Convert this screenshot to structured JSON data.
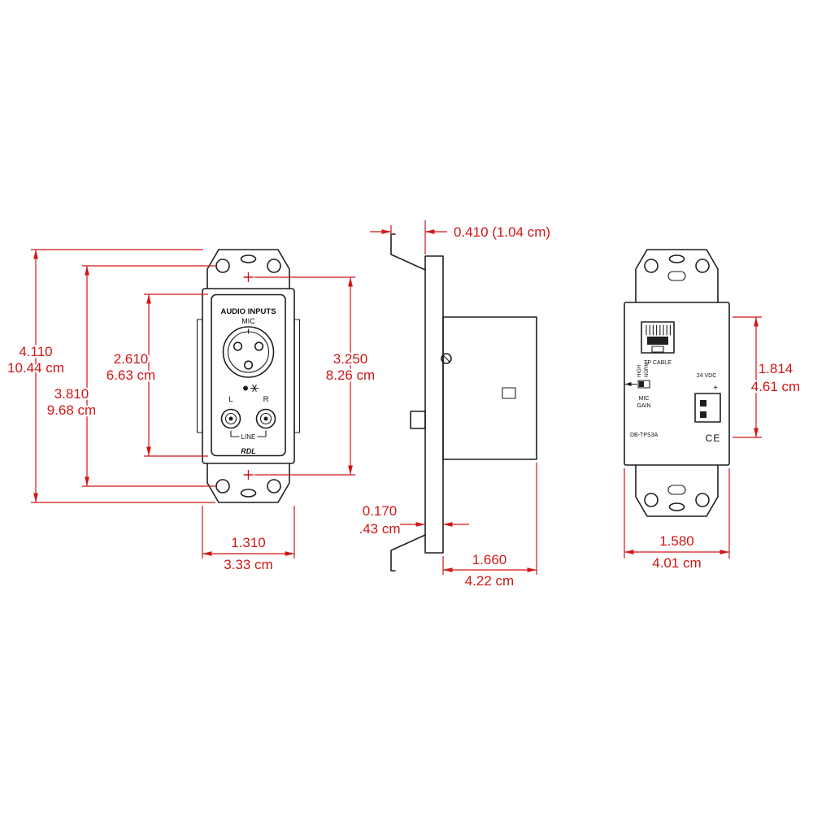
{
  "drawing": {
    "front": {
      "plate": {
        "audio_inputs": "AUDIO INPUTS",
        "mic": "MIC",
        "left_channel": "L",
        "right_channel": "R",
        "line": "LINE",
        "brand": "RDL"
      },
      "dims": {
        "overall_height": {
          "in": "4.110",
          "cm": "10.44 cm"
        },
        "hole_span": {
          "in": "3.810",
          "cm": "9.68 cm"
        },
        "insert_height": {
          "in": "2.610",
          "cm": "6.63 cm"
        },
        "plus_span": {
          "in": "3.250",
          "cm": "8.26 cm"
        },
        "width": {
          "in": "1.310",
          "cm": "3.33 cm"
        }
      }
    },
    "side": {
      "dims": {
        "front_offset": "0.410 (1.04 cm)",
        "plate_thickness": {
          "in": "0.170",
          "cm": ".43 cm"
        },
        "depth": {
          "in": "1.660",
          "cm": "4.22 cm"
        }
      }
    },
    "rear": {
      "labels": {
        "tp_cable": "TP CABLE",
        "supply": "24 VDC",
        "plus": "+",
        "high": "HIGH",
        "norm": "NORM",
        "mic": "MIC",
        "gain": "GAIN",
        "model": "DB-TPS3A",
        "ce_mark": "CE"
      },
      "dims": {
        "module_height": {
          "in": "1.814",
          "cm": "4.61 cm"
        },
        "width": {
          "in": "1.580",
          "cm": "4.01 cm"
        }
      }
    },
    "colors": {
      "line": "#1f1f1f",
      "dimension": "#d01616",
      "background": "#ffffff"
    }
  }
}
